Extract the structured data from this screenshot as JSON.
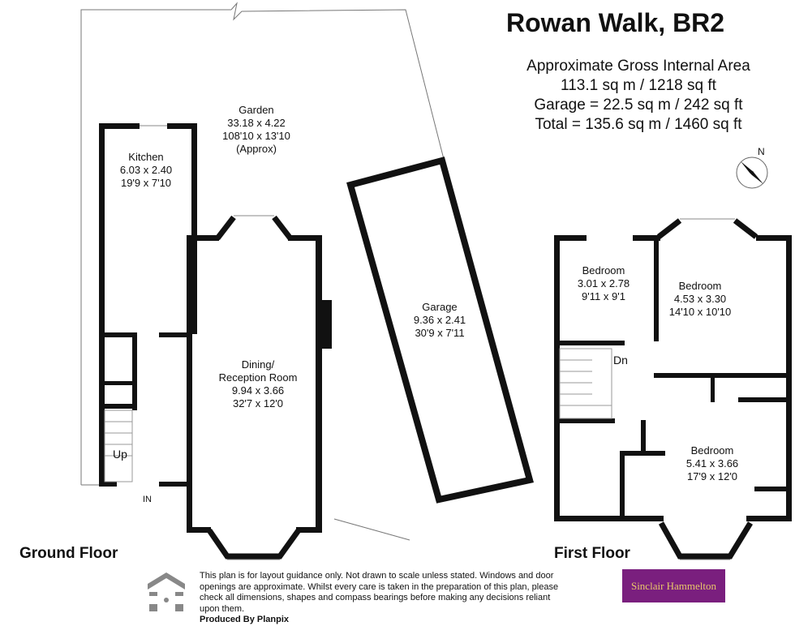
{
  "title": "Rowan Walk, BR2",
  "area": {
    "heading": "Approximate Gross Internal Area",
    "main": "113.1 sq m / 1218 sq ft",
    "garage": "Garage = 22.5 sq m / 242 sq ft",
    "total": "Total = 135.6 sq m / 1460 sq ft"
  },
  "compass": {
    "label": "N",
    "icon": "compass-rose-icon"
  },
  "ground_floor": {
    "label": "Ground Floor",
    "rooms": [
      {
        "name": "Garden",
        "metric": "33.18 x 4.22",
        "imperial": "108'10 x 13'10",
        "note": "(Approx)"
      },
      {
        "name": "Kitchen",
        "metric": "6.03 x 2.40",
        "imperial": "19'9 x 7'10"
      },
      {
        "name": "Dining/",
        "name2": "Reception Room",
        "metric": "9.94 x 3.66",
        "imperial": "32'7 x 12'0"
      },
      {
        "name": "Garage",
        "metric": "9.36 x 2.41",
        "imperial": "30'9 x 7'11"
      }
    ],
    "up": "Up",
    "entrance": "IN"
  },
  "first_floor": {
    "label": "First Floor",
    "rooms": [
      {
        "name": "Bedroom",
        "metric": "3.01 x 2.78",
        "imperial": "9'11 x 9'1"
      },
      {
        "name": "Bedroom",
        "metric": "4.53 x 3.30",
        "imperial": "14'10 x 10'10"
      },
      {
        "name": "Bedroom",
        "metric": "5.41 x 3.66",
        "imperial": "17'9 x 12'0"
      }
    ],
    "down": "Dn"
  },
  "disclaimer": {
    "text": "This plan is for layout guidance only. Not drawn to scale unless stated. Windows and door openings are approximate. Whilst every care is taken in the preparation of this plan, please check all dimensions, shapes and compass bearings before making any decisions reliant upon them.",
    "producer": "Produced By Planpix"
  },
  "agent_logo": {
    "text": "Sinclair Hammelton",
    "color": "#7a1f7e"
  }
}
